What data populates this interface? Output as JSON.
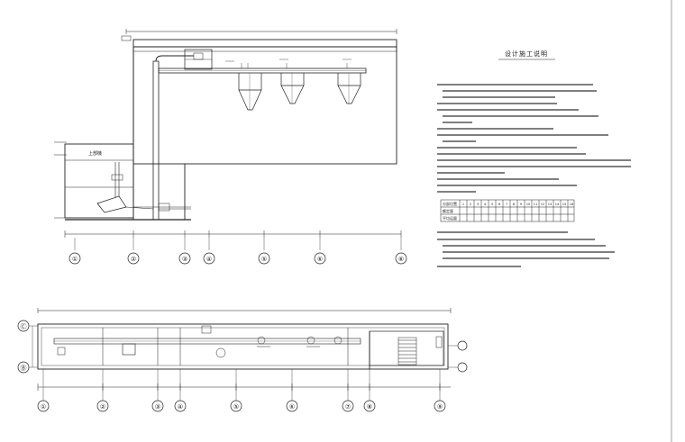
{
  "section_view": {
    "label_ground_house": "上部機",
    "axis_labels": [
      "①",
      "②",
      "③",
      "④",
      "⑤",
      "⑥",
      "⑥"
    ]
  },
  "plan_view": {
    "row_labels": [
      "Ⓒ",
      "Ⓑ"
    ],
    "axis_labels": [
      "①",
      "②",
      "③",
      "④",
      "⑤",
      "⑥",
      "⑦",
      "⑧",
      "⑨"
    ]
  },
  "notes": {
    "title": "设计施工说明",
    "table": {
      "row_headers": [
        "分部位置",
        "额定量",
        "平均运量"
      ],
      "columns": [
        "1",
        "2",
        "3",
        "4",
        "5",
        "6",
        "7",
        "8",
        "9",
        "10",
        "11",
        "12",
        "13",
        "14",
        "15",
        "16"
      ]
    }
  }
}
